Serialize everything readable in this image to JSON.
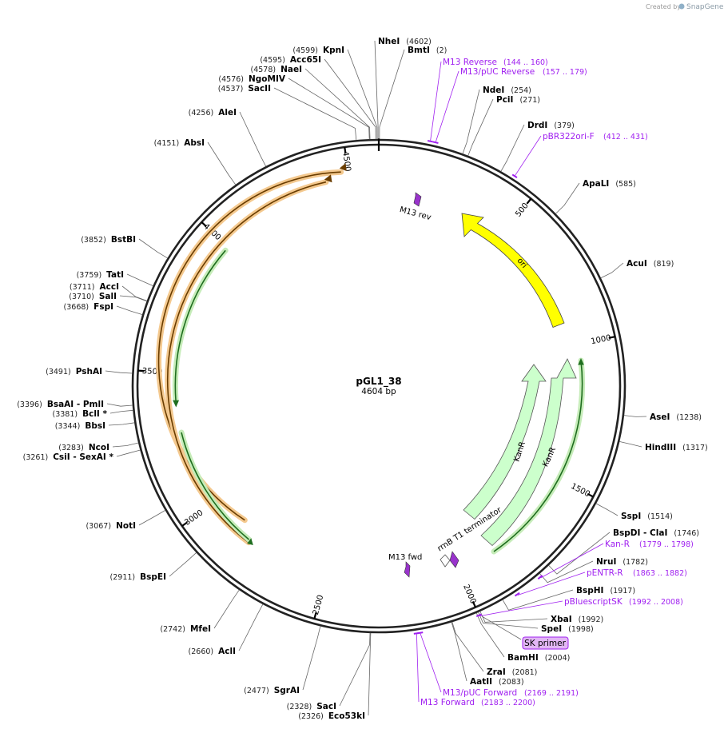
{
  "credit": {
    "prefix": "Created by",
    "brand": "SnapGene"
  },
  "plasmid": {
    "name": "pGL1_38",
    "size": "4604 bp",
    "length": 4604
  },
  "colors": {
    "backbone": "#222222",
    "site_line": "#666666",
    "primer": "#a020f0",
    "ori": "#ffff00",
    "kanr": "#ccffcc",
    "orf_orange": "#e88a1a",
    "orf_green": "#2f9e2f",
    "misc": "#9933cc"
  },
  "ticks": [
    {
      "pos": 500,
      "label": "500"
    },
    {
      "pos": 1000,
      "label": "1000"
    },
    {
      "pos": 1500,
      "label": "1500"
    },
    {
      "pos": 2000,
      "label": "2000"
    },
    {
      "pos": 2500,
      "label": "2500"
    },
    {
      "pos": 3000,
      "label": "3000"
    },
    {
      "pos": 3500,
      "label": "3500"
    },
    {
      "pos": 4000,
      "label": "4000"
    },
    {
      "pos": 4500,
      "label": "4500"
    }
  ],
  "sites": [
    {
      "id": "kpni",
      "name": "KpnI",
      "pos_text": "(4599)",
      "pos": 4599,
      "side": "left"
    },
    {
      "id": "acc65i",
      "name": "Acc65I",
      "pos_text": "(4595)",
      "pos": 4595,
      "side": "left"
    },
    {
      "id": "naei",
      "name": "NaeI",
      "pos_text": "(4578)",
      "pos": 4578,
      "side": "left"
    },
    {
      "id": "ngomiv",
      "name": "NgoMIV",
      "pos_text": "(4576)",
      "pos": 4576,
      "side": "left"
    },
    {
      "id": "sacii",
      "name": "SacII",
      "pos_text": "(4537)",
      "pos": 4537,
      "side": "left"
    },
    {
      "id": "alei",
      "name": "AleI",
      "pos_text": "(4256)",
      "pos": 4256,
      "side": "left"
    },
    {
      "id": "absi",
      "name": "AbsI",
      "pos_text": "(4151)",
      "pos": 4151,
      "side": "left"
    },
    {
      "id": "bstbi",
      "name": "BstBI",
      "pos_text": "(3852)",
      "pos": 3852,
      "side": "left"
    },
    {
      "id": "tati",
      "name": "TatI",
      "pos_text": "(3759)",
      "pos": 3759,
      "side": "left"
    },
    {
      "id": "acci",
      "name": "AccI",
      "pos_text": "(3711)",
      "pos": 3711,
      "side": "left"
    },
    {
      "id": "sali",
      "name": "SalI",
      "pos_text": "(3710)",
      "pos": 3710,
      "side": "left"
    },
    {
      "id": "fspi",
      "name": "FspI",
      "pos_text": "(3668)",
      "pos": 3668,
      "side": "left"
    },
    {
      "id": "pshai",
      "name": "PshAI",
      "pos_text": "(3491)",
      "pos": 3491,
      "side": "left"
    },
    {
      "id": "bsaai",
      "name": "BsaAI   - PmlI",
      "pos_text": "(3396)",
      "pos": 3396,
      "side": "left"
    },
    {
      "id": "bcli",
      "name": "BclI *",
      "pos_text": "(3381)",
      "pos": 3381,
      "side": "left"
    },
    {
      "id": "bbsi",
      "name": "BbsI",
      "pos_text": "(3344)",
      "pos": 3344,
      "side": "left"
    },
    {
      "id": "ncoi",
      "name": "NcoI",
      "pos_text": "(3283)",
      "pos": 3283,
      "side": "left"
    },
    {
      "id": "csii",
      "name": "CsiI   - SexAI *",
      "pos_text": "(3261)",
      "pos": 3261,
      "side": "left"
    },
    {
      "id": "noti",
      "name": "NotI",
      "pos_text": "(3067)",
      "pos": 3067,
      "side": "left"
    },
    {
      "id": "bspei",
      "name": "BspEI",
      "pos_text": "(2911)",
      "pos": 2911,
      "side": "left"
    },
    {
      "id": "mfei",
      "name": "MfeI",
      "pos_text": "(2742)",
      "pos": 2742,
      "side": "left"
    },
    {
      "id": "acli",
      "name": "AclI",
      "pos_text": "(2660)",
      "pos": 2660,
      "side": "left"
    },
    {
      "id": "sgrai",
      "name": "SgrAI",
      "pos_text": "(2477)",
      "pos": 2477,
      "side": "left"
    },
    {
      "id": "saci",
      "name": "SacI",
      "pos_text": "(2328)",
      "pos": 2328,
      "side": "left"
    },
    {
      "id": "eco53ki",
      "name": "Eco53kI",
      "pos_text": "(2326)",
      "pos": 2326,
      "side": "left"
    },
    {
      "id": "nhei",
      "name": "NheI",
      "pos_text": "(4602)",
      "pos": 4602,
      "side": "right"
    },
    {
      "id": "bmti",
      "name": "BmtI",
      "pos_text": "(2)",
      "pos": 2,
      "side": "right"
    },
    {
      "id": "ndei",
      "name": "NdeI",
      "pos_text": "(254)",
      "pos": 254,
      "side": "right"
    },
    {
      "id": "pcii",
      "name": "PciI",
      "pos_text": "(271)",
      "pos": 271,
      "side": "right"
    },
    {
      "id": "drdi",
      "name": "DrdI",
      "pos_text": "(379)",
      "pos": 379,
      "side": "right"
    },
    {
      "id": "apali",
      "name": "ApaLI",
      "pos_text": "(585)",
      "pos": 585,
      "side": "right"
    },
    {
      "id": "acui",
      "name": "AcuI",
      "pos_text": "(819)",
      "pos": 819,
      "side": "right"
    },
    {
      "id": "asei",
      "name": "AseI",
      "pos_text": "(1238)",
      "pos": 1238,
      "side": "right"
    },
    {
      "id": "hindiii",
      "name": "HindIII",
      "pos_text": "(1317)",
      "pos": 1317,
      "side": "right"
    },
    {
      "id": "sspi",
      "name": "SspI",
      "pos_text": "(1514)",
      "pos": 1514,
      "side": "right"
    },
    {
      "id": "bspdi",
      "name": "BspDI   - ClaI",
      "pos_text": "(1746)",
      "pos": 1746,
      "side": "right"
    },
    {
      "id": "nrui",
      "name": "NruI",
      "pos_text": "(1782)",
      "pos": 1782,
      "side": "right"
    },
    {
      "id": "bsphi",
      "name": "BspHI",
      "pos_text": "(1917)",
      "pos": 1917,
      "side": "right"
    },
    {
      "id": "xbai",
      "name": "XbaI",
      "pos_text": "(1992)",
      "pos": 1992,
      "side": "right"
    },
    {
      "id": "spei",
      "name": "SpeI",
      "pos_text": "(1998)",
      "pos": 1998,
      "side": "right"
    },
    {
      "id": "bamhi",
      "name": "BamHI",
      "pos_text": "(2004)",
      "pos": 2004,
      "side": "right"
    },
    {
      "id": "zrai",
      "name": "ZraI",
      "pos_text": "(2081)",
      "pos": 2081,
      "side": "right"
    },
    {
      "id": "aatii",
      "name": "AatII",
      "pos_text": "(2083)",
      "pos": 2083,
      "side": "right"
    }
  ],
  "primers": [
    {
      "id": "m13rev",
      "name": "M13 Reverse",
      "range": "(144 .. 160)",
      "pos": 152
    },
    {
      "id": "m13puc_rev",
      "name": "M13/pUC Reverse",
      "range": "(157 .. 179)",
      "pos": 168
    },
    {
      "id": "pbr322ori",
      "name": "pBR322ori-F",
      "range": "(412 .. 431)",
      "pos": 421
    },
    {
      "id": "kanr_primer",
      "name": "Kan-R",
      "range": "(1779 .. 1798)",
      "pos": 1788
    },
    {
      "id": "pentr",
      "name": "pENTR-R",
      "range": "(1863 .. 1882)",
      "pos": 1872
    },
    {
      "id": "pbluescript",
      "name": "pBluescriptSK",
      "range": "(1992 .. 2008)",
      "pos": 2000
    },
    {
      "id": "m13puc_fwd",
      "name": "M13/pUC Forward",
      "range": "(2169 .. 2191)",
      "pos": 2180
    },
    {
      "id": "m13fwd",
      "name": "M13 Forward",
      "range": "(2183 .. 2200)",
      "pos": 2191
    }
  ],
  "highlight": {
    "label": "SK primer",
    "pos": 2004
  },
  "features": {
    "ori": "ori",
    "kanr": "KanR",
    "kanr2": "KanR",
    "rrnb": "rrnB T1 terminator",
    "m13rev": "M13 rev",
    "m13fwd": "M13 fwd"
  }
}
